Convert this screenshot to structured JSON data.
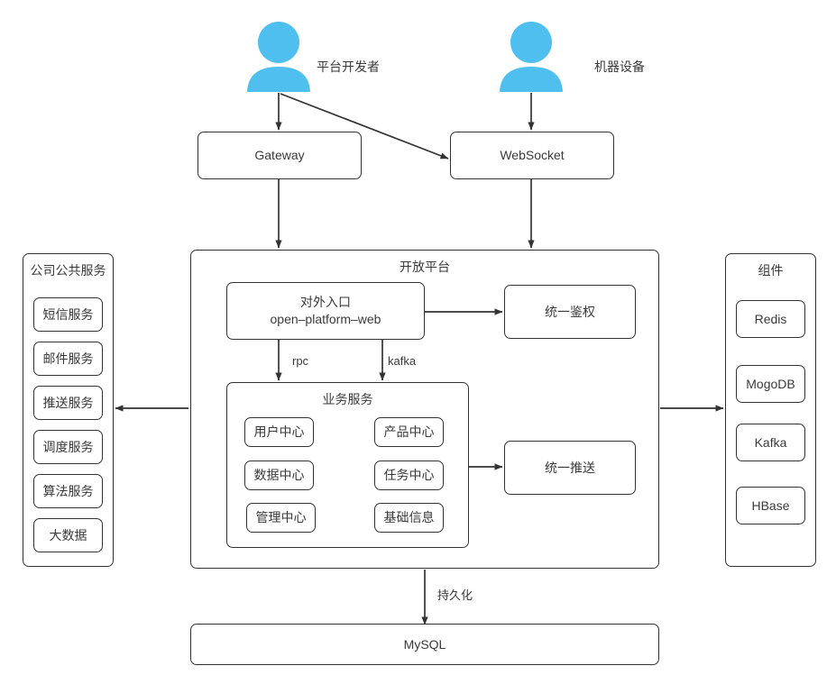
{
  "diagram": {
    "title": "open-platform-architecture",
    "accent_color": "#4FBFEF",
    "line_color": "#333333",
    "text_color": "#3a3a3a",
    "background": "#ffffff"
  },
  "actors": [
    {
      "id": "platform-developer",
      "label": "平台开发者",
      "icon": "user-icon"
    },
    {
      "id": "machine-device",
      "label": "机器设备",
      "icon": "user-icon"
    }
  ],
  "entry_nodes": [
    {
      "id": "gateway",
      "label": "Gateway"
    },
    {
      "id": "websocket",
      "label": "WebSocket"
    }
  ],
  "left_panel": {
    "title": "公司公共服务",
    "items": [
      {
        "label": "短信服务"
      },
      {
        "label": "邮件服务"
      },
      {
        "label": "推送服务"
      },
      {
        "label": "调度服务"
      },
      {
        "label": "算法服务"
      },
      {
        "label": "大数据"
      }
    ]
  },
  "right_panel": {
    "title": "组件",
    "items": [
      {
        "label": "Redis"
      },
      {
        "label": "MogoDB"
      },
      {
        "label": "Kafka"
      },
      {
        "label": "HBase"
      }
    ]
  },
  "platform": {
    "title": "开放平台",
    "entry": {
      "line1": "对外入口",
      "line2": "open–platform–web"
    },
    "auth": {
      "label": "统一鉴权"
    },
    "push": {
      "label": "统一推送"
    },
    "business": {
      "title": "业务服务",
      "items": [
        {
          "label": "用户中心"
        },
        {
          "label": "产品中心"
        },
        {
          "label": "数据中心"
        },
        {
          "label": "任务中心"
        },
        {
          "label": "管理中心"
        },
        {
          "label": "基础信息"
        }
      ]
    }
  },
  "storage": {
    "label": "MySQL"
  },
  "edge_labels": [
    {
      "id": "rpc",
      "label": "rpc"
    },
    {
      "id": "kafka",
      "label": "kafka"
    },
    {
      "id": "persistence",
      "label": "持久化"
    }
  ]
}
